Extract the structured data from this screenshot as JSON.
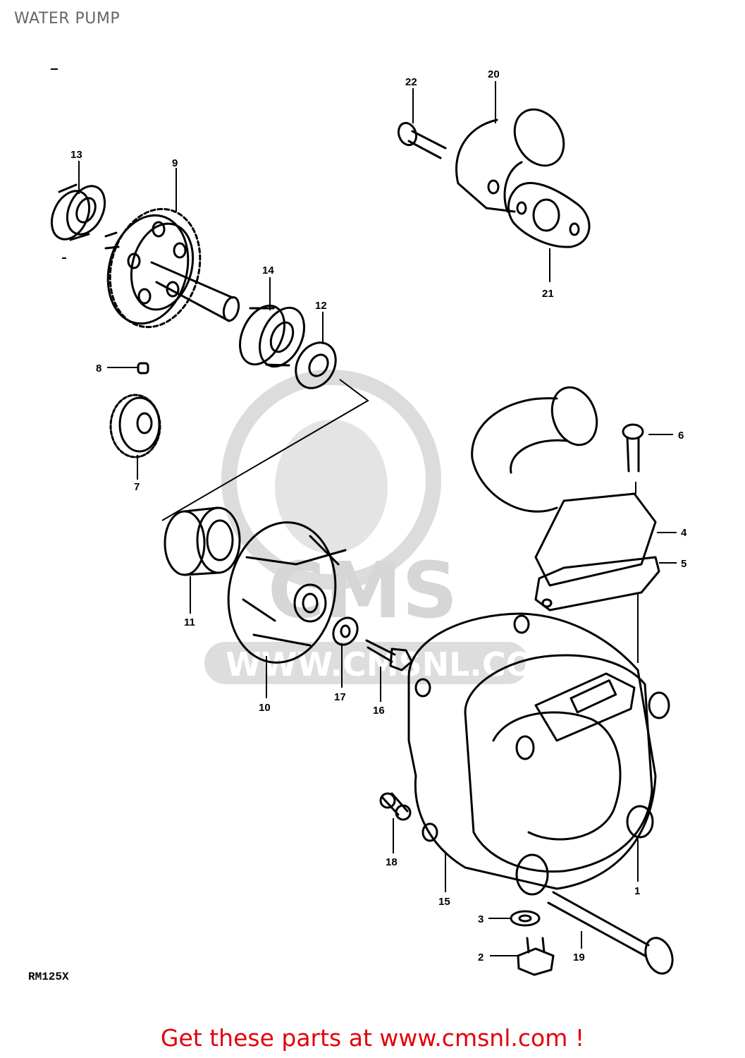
{
  "page_title": "WATER PUMP",
  "model_code": "RM125X",
  "footer_link": "Get these parts at www.cmsnl.com !",
  "watermark": {
    "brand": "CMS",
    "url": "WWW.CMSNL.COM"
  },
  "callouts": [
    "1",
    "2",
    "3",
    "4",
    "5",
    "6",
    "7",
    "8",
    "9",
    "10",
    "11",
    "12",
    "13",
    "14",
    "15",
    "16",
    "17",
    "18",
    "19",
    "20",
    "21",
    "22"
  ],
  "colors": {
    "title": "#666666",
    "link": "#e3000b",
    "watermark": "#d0d0d0",
    "line": "#000000"
  }
}
